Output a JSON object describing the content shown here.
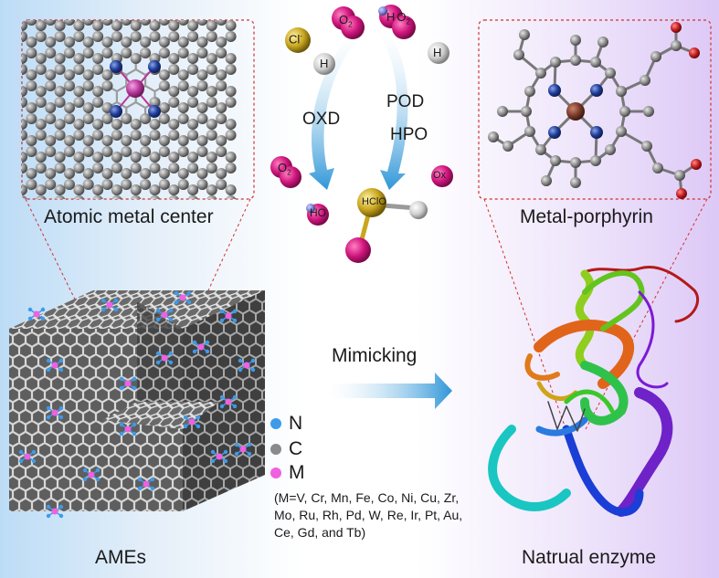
{
  "panels": {
    "atomic_center_caption": "Atomic metal center",
    "porphyrin_caption": "Metal-porphyrin",
    "ames_caption": "AMEs",
    "enzyme_caption": "Natrual enzyme"
  },
  "reaction": {
    "oxd_label": "OXD",
    "pod_label": "POD",
    "hpo_label": "HPO",
    "mimicking_label": "Mimicking",
    "molecules": {
      "cl": "Cl",
      "cl_charge": "-",
      "h_left": "H",
      "h_right": "H",
      "o2_top": "O",
      "o2_top_sub": "2",
      "h2o2_top": "H",
      "h2o2_top_o": "O",
      "h2o2_top_sub": "2",
      "o2_left": "O",
      "o2_left_sub": "2",
      "h2o_left": "H",
      "h2o_left_o": "O",
      "ox_right": "Ox",
      "hclo": "HClO"
    }
  },
  "legend": {
    "n_label": "N",
    "c_label": "C",
    "m_label": "M",
    "m_definition": "(M=V, Cr, Mn, Fe, Co, Ni, Cu, Zr, Mo, Ru, Rh, Pd, W, Re, Ir, Pt, Au, Ce, Gd, and Tb)",
    "colors": {
      "n": "#3d9be9",
      "c": "#8a8a8a",
      "m": "#f060e0"
    }
  },
  "colors": {
    "arrow": "#3aa2dc",
    "dashed_box": "#d0312d",
    "oxygen": "#d0157e",
    "chlorine": "#c9a61e",
    "hydrogen": "#d7d7d7",
    "metal_atom_center": "#b8369a",
    "metal_porphyrin": "#7a3a2a"
  }
}
